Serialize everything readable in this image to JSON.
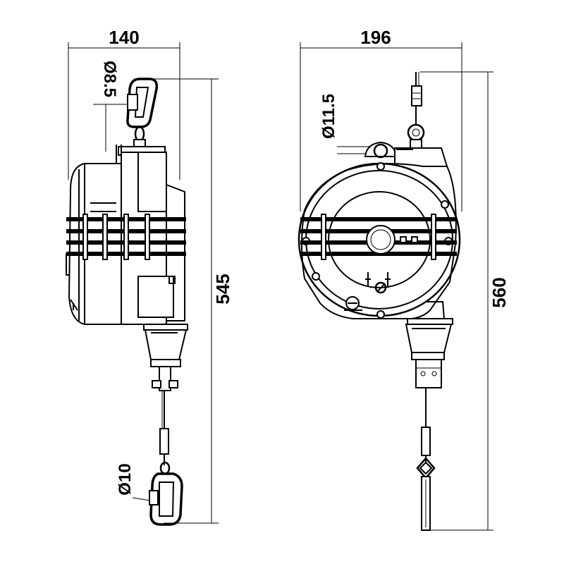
{
  "dimensions": {
    "side_width": "140",
    "side_height": "545",
    "side_top_hole": "Ø8.5",
    "side_bottom_hole": "Ø10",
    "front_width": "196",
    "front_height": "560",
    "front_top_hole": "Ø11.5"
  }
}
